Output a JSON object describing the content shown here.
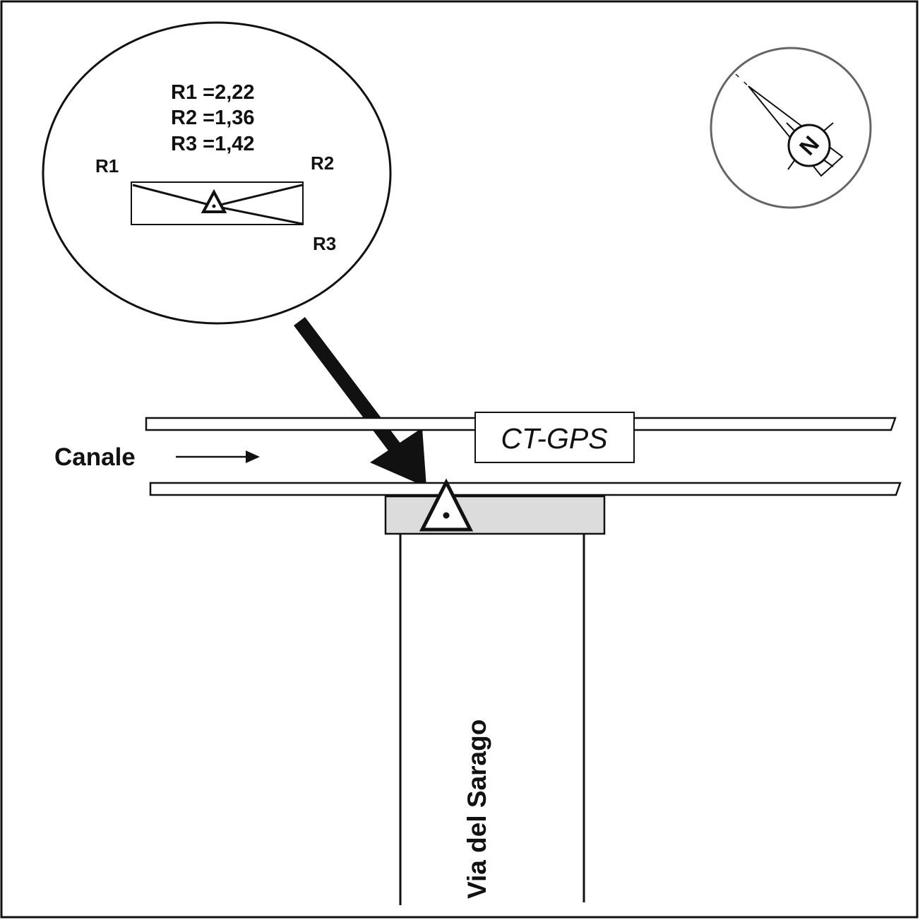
{
  "detail": {
    "measurements": [
      "R1 =2,22",
      "R2 =1,36",
      "R3 =1,42"
    ],
    "points": {
      "r1": "R1",
      "r2": "R2",
      "r3": "R3"
    }
  },
  "compass": {
    "north": "N"
  },
  "canal": {
    "label": "Canale"
  },
  "station": {
    "label": "CT-GPS"
  },
  "road": {
    "label": "Via del Sarago"
  },
  "colors": {
    "ink": "#111111",
    "compass_ring": "#666666",
    "platform": "#dcdcdc"
  }
}
